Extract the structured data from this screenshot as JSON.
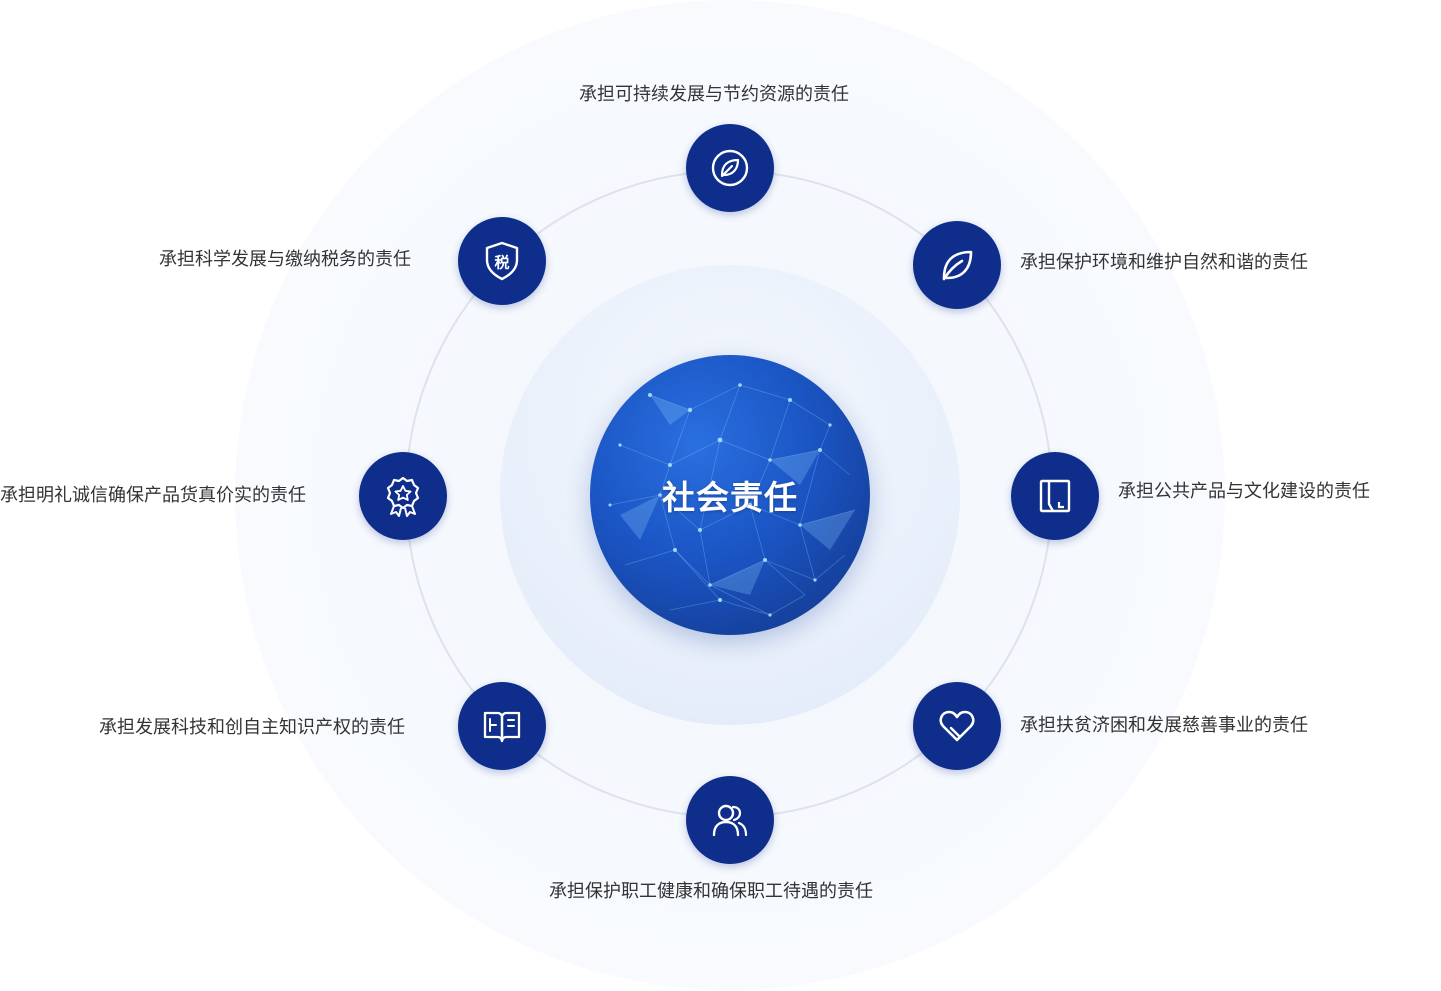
{
  "center": {
    "title": "社会责任"
  },
  "nodes": [
    {
      "key": "top",
      "label": "承担可持续发展与节约资源的责任",
      "icon": "leaf-circle-icon"
    },
    {
      "key": "upper-right",
      "label": "承担保护环境和维护自然和谐的责任",
      "icon": "leaf-icon"
    },
    {
      "key": "right",
      "label": "承担公共产品与文化建设的责任",
      "icon": "building-frame-icon"
    },
    {
      "key": "lower-right",
      "label": "承担扶贫济困和发展慈善事业的责任",
      "icon": "heart-icon"
    },
    {
      "key": "bottom",
      "label": "承担保护职工健康和确保职工待遇的责任",
      "icon": "users-icon"
    },
    {
      "key": "lower-left",
      "label": "承担发展科技和创自主知识产权的责任",
      "icon": "open-book-icon"
    },
    {
      "key": "left",
      "label": "承担明礼诚信确保产品货真价实的责任",
      "icon": "award-medal-icon"
    },
    {
      "key": "upper-left",
      "label": "承担科学发展与缴纳税务的责任",
      "icon": "tax-shield-icon",
      "icon_text": "税"
    }
  ],
  "colors": {
    "node": "#0f2d8a",
    "globe": "#1b55c4",
    "ring": "#dde2ec",
    "text": "#333333"
  }
}
